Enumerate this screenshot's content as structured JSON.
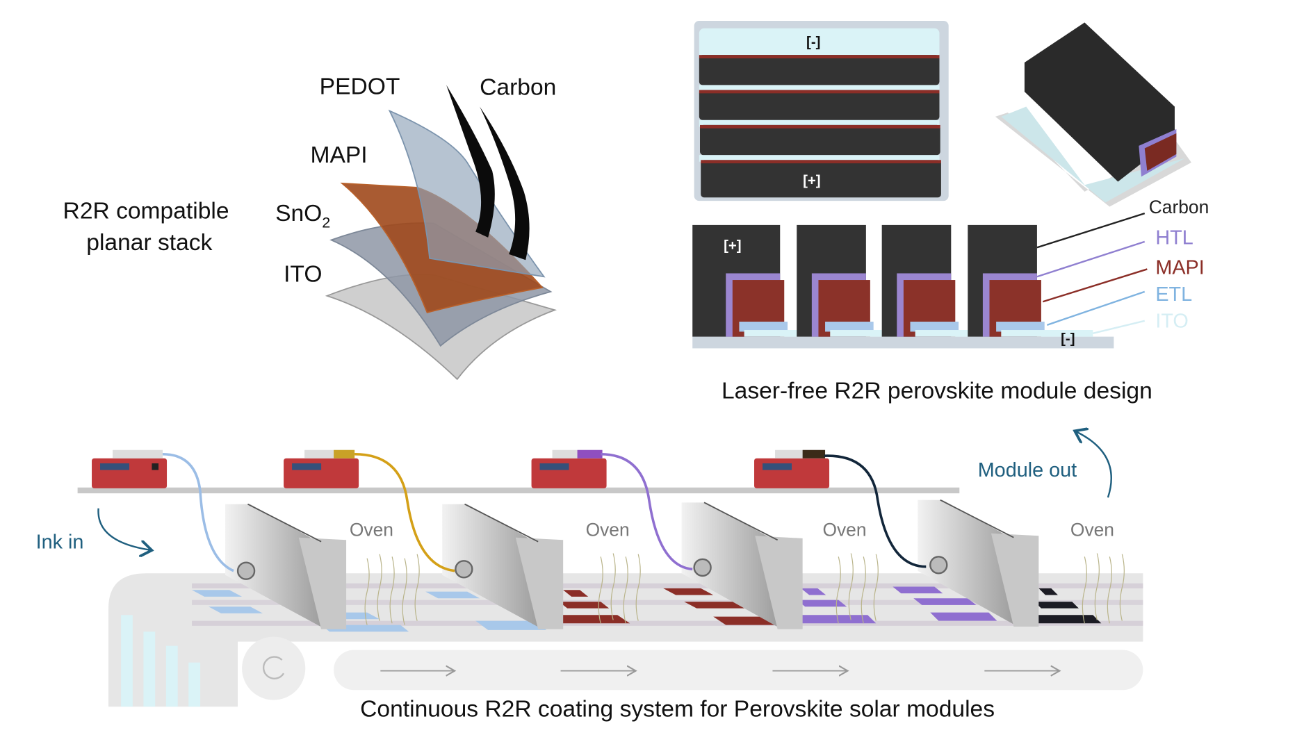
{
  "stack": {
    "title_line1": "R2R compatible",
    "title_line2": "planar stack",
    "layers": {
      "pedot": "PEDOT",
      "carbon": "Carbon",
      "mapi": "MAPI",
      "sno2_base": "SnO",
      "sno2_sub": "2",
      "ito": "ITO"
    }
  },
  "module": {
    "top_view_negative": "[-]",
    "top_view_positive": "[+]",
    "cross_positive": "[+]",
    "cross_negative": "[-]",
    "legend": [
      {
        "label": "Carbon",
        "color": "#222222"
      },
      {
        "label": "HTL",
        "color": "#8f7fd0"
      },
      {
        "label": "MAPI",
        "color": "#8b2e27"
      },
      {
        "label": "ETL",
        "color": "#7fb3e0"
      },
      {
        "label": "ITO",
        "color": "#d5eef4"
      }
    ],
    "caption": "Laser-free R2R perovskite module design"
  },
  "coating": {
    "ink_in": "Ink in",
    "module_out": "Module out",
    "oven_labels": [
      "Oven",
      "Oven",
      "Oven",
      "Oven"
    ],
    "tube_colors": [
      "#9bbde6",
      "#d4a017",
      "#8f6fd0",
      "#12263a"
    ],
    "caption": "Continuous R2R coating system for Perovskite solar modules"
  }
}
